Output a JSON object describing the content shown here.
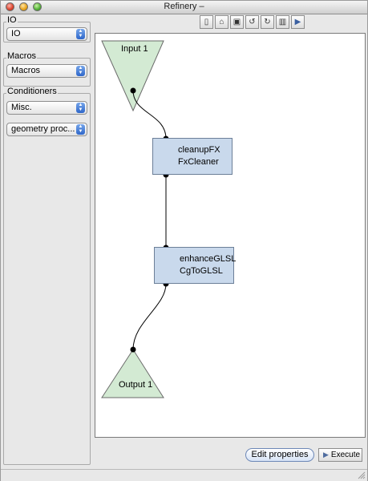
{
  "window": {
    "title": "Refinery –"
  },
  "sidebar": {
    "io": {
      "label": "IO",
      "selected": "IO"
    },
    "macros": {
      "label": "Macros",
      "selected": "Macros"
    },
    "conditioners": {
      "label": "Conditioners",
      "selected_1": "Misc.",
      "selected_2": "geometry proc..."
    }
  },
  "toolbar": {
    "icons": [
      "new-document-icon",
      "open-icon",
      "save-icon",
      "undo-icon",
      "redo-icon",
      "trash-icon",
      "play-icon"
    ]
  },
  "graph": {
    "input_label": "Input 1",
    "output_label": "Output 1",
    "nodes": [
      {
        "line1": "cleanupFX",
        "line2": "FxCleaner"
      },
      {
        "line1": "enhanceGLSL",
        "line2": "CgToGLSL"
      }
    ],
    "colors": {
      "triangle": "#d3ead3",
      "node": "#c9d9ec"
    }
  },
  "buttons": {
    "edit": "Edit properties",
    "execute": "Execute"
  }
}
